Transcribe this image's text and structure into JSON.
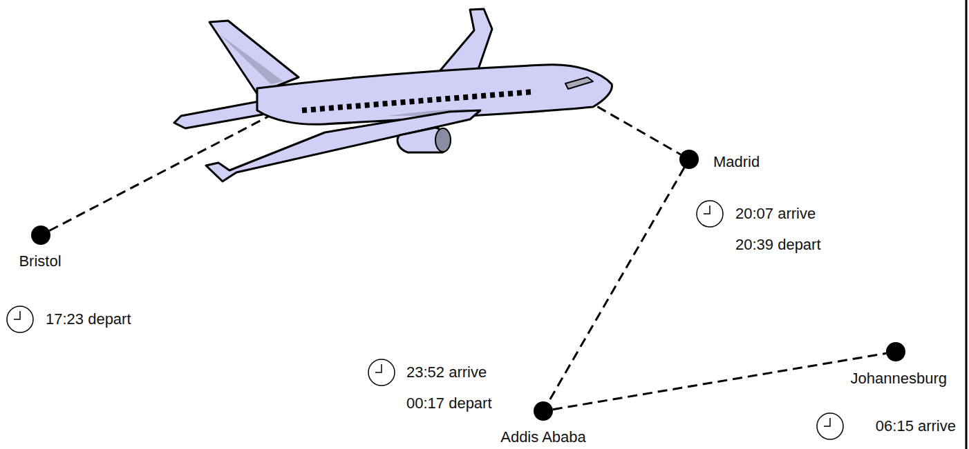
{
  "diagram": {
    "nodes": [
      {
        "text": [
          "Bristol",
          "17:23 depart"
        ]
      },
      {
        "text": [
          "Madrid",
          "20:07 arrive",
          "20:39 depart"
        ]
      },
      {
        "text": [
          "Addis Ababa",
          "23:52 arrive",
          "00:17 depart"
        ]
      },
      {
        "text": [
          "Johannesburg",
          "06:15 arrive"
        ]
      }
    ],
    "edges": [
      {
        "from": 0,
        "to": 1,
        "arrow": "none"
      },
      {
        "from": 1,
        "to": 2,
        "arrow": "none"
      },
      {
        "from": 2,
        "to": 3,
        "arrow": "none"
      }
    ]
  }
}
